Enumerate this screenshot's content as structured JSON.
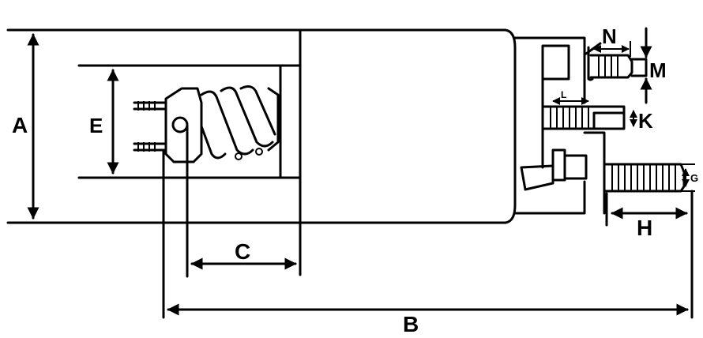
{
  "diagram": {
    "labels": {
      "A": "A",
      "B": "B",
      "C": "C",
      "E": "E",
      "G": "G",
      "H": "H",
      "K": "K",
      "L": "L",
      "M": "M",
      "N": "N"
    }
  }
}
